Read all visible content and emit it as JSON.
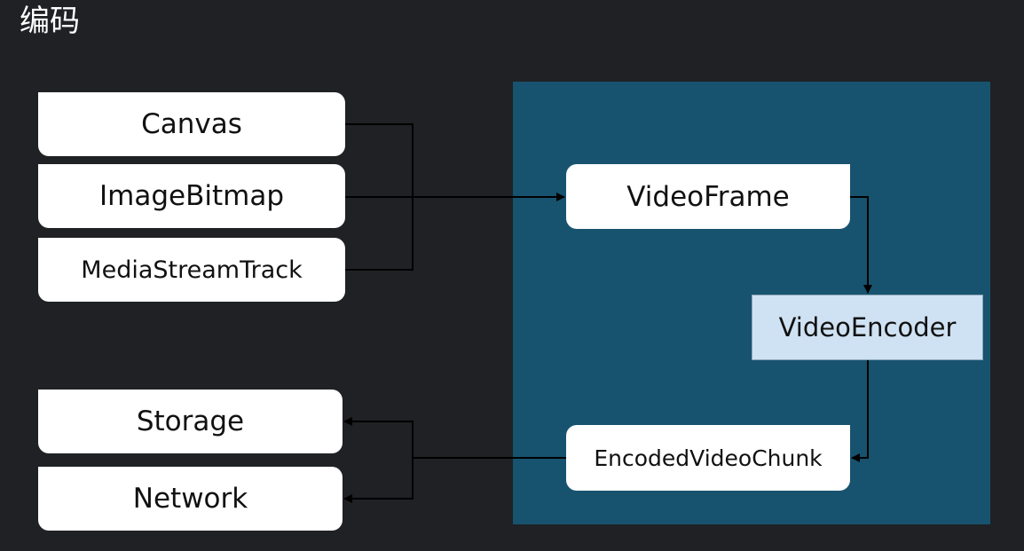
{
  "title": "编码",
  "colors": {
    "background": "#202124",
    "panel": "#17536e",
    "box": "#ffffff",
    "encoder": "#cfe2f3",
    "line": "#000000"
  },
  "sources": [
    "Canvas",
    "ImageBitmap",
    "MediaStreamTrack"
  ],
  "destinations": [
    "Storage",
    "Network"
  ],
  "pipeline": {
    "frame": "VideoFrame",
    "encoder": "VideoEncoder",
    "chunk": "EncodedVideoChunk"
  }
}
